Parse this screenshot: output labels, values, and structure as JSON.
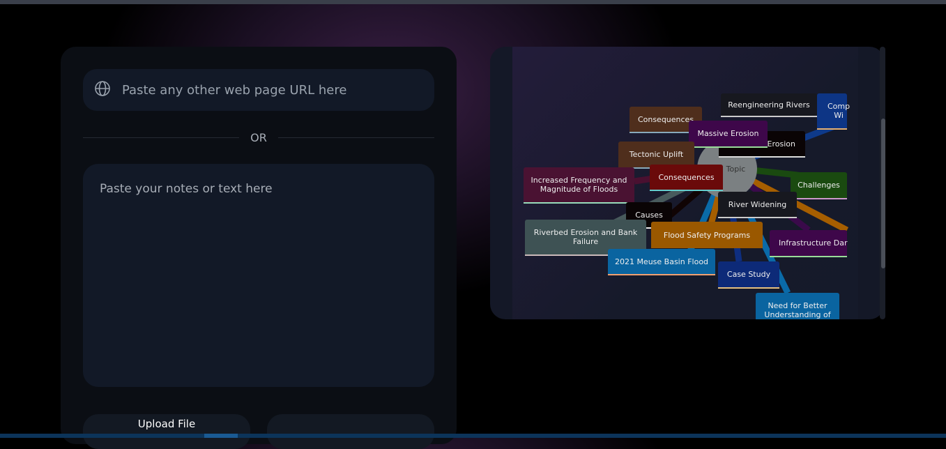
{
  "input": {
    "url_placeholder": "Paste any other web page URL here",
    "or_label": "OR",
    "notes_placeholder": "Paste your notes or text here"
  },
  "buttons": {
    "upload_label": "Upload File"
  },
  "mindmap": {
    "topic": "Topic",
    "nodes": [
      "Reengineering Rivers",
      "Comp Wi",
      "Consequences",
      "Massive Erosion",
      "Erosion",
      "Tectonic Uplift",
      "Consequences",
      "Increased Frequency and Magnitude of Floods",
      "Challenges",
      "River Widening",
      "Causes",
      "Riverbed Erosion and Bank Failure",
      "Flood Safety Programs",
      "Infrastructure Dar",
      "2021 Meuse Basin Flood",
      "Case Study",
      "Need for Better Understanding of"
    ]
  }
}
